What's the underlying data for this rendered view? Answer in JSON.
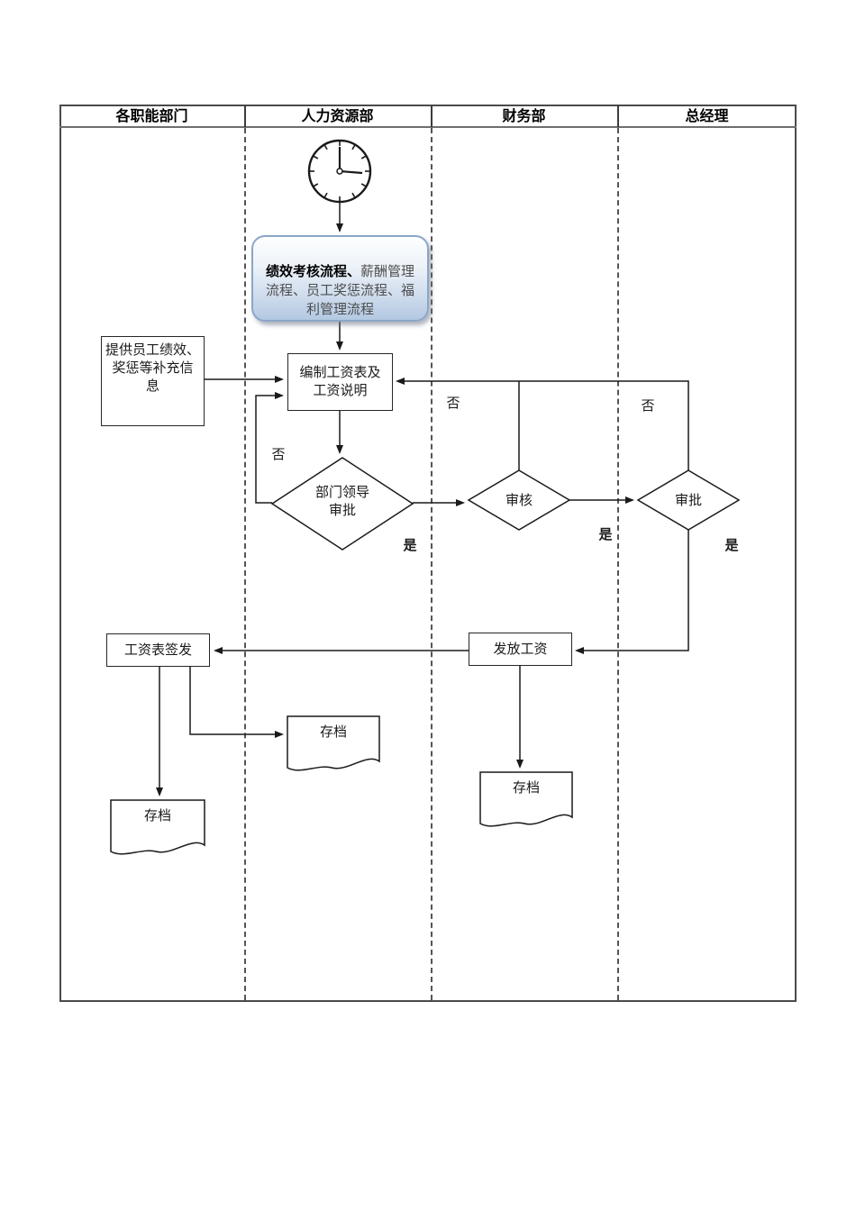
{
  "colors": {
    "line": "#262626",
    "frame_border": "#4a4a4a",
    "blue_box_border": "#8ba6c9",
    "blue_box_fill_top": "#fdfeff",
    "blue_box_fill_bottom": "#b3c8e2",
    "text": "#1a1a1a"
  },
  "lanes": [
    {
      "label": "各职能部门"
    },
    {
      "label": "人力资源部"
    },
    {
      "label": "财务部"
    },
    {
      "label": "总经理"
    }
  ],
  "nodes": {
    "trigger_processes": {
      "bold": "绩效考核流程、",
      "rest": "薪酬管理\n流程、员工奖惩流程、福\n利管理流程"
    },
    "provide_info": {
      "label": "提供员工绩效、\n奖惩等补充信\n息"
    },
    "compile_payroll": {
      "label": "编制工资表及\n工资说明"
    },
    "dept_leader_approval": {
      "label": "部门领导\n审批"
    },
    "finance_review": {
      "label": "审核"
    },
    "gm_approval": {
      "label": "审批"
    },
    "pay_salary": {
      "label": "发放工资"
    },
    "payroll_sign_off": {
      "label": "工资表签发"
    },
    "archive_functional": {
      "label": "存档"
    },
    "archive_hr": {
      "label": "存档"
    },
    "archive_finance": {
      "label": "存档"
    }
  },
  "edge_labels": {
    "dept_no": "否",
    "review_no": "否",
    "approval_no": "否",
    "dept_yes": "是",
    "review_yes": "是",
    "approval_yes": "是"
  }
}
